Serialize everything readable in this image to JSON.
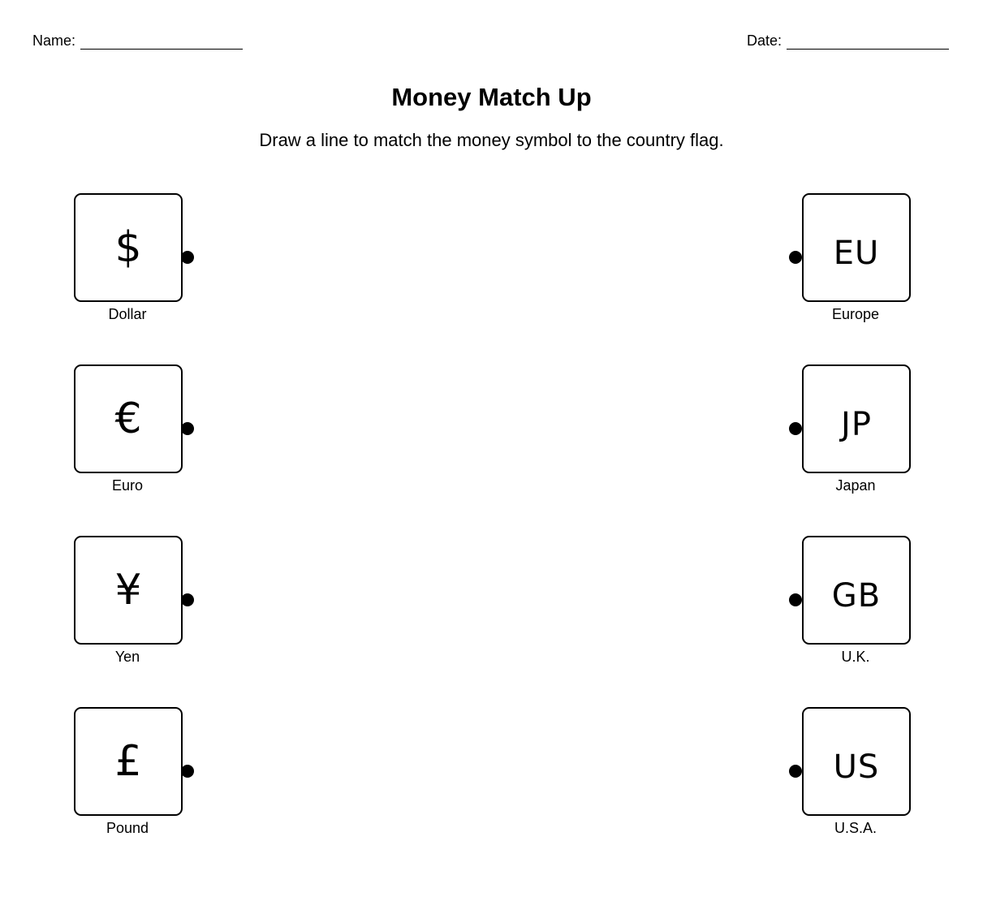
{
  "header": {
    "name_label": "Name:",
    "date_label": "Date:"
  },
  "title": "Money Match Up",
  "instructions": "Draw a line to match the money symbol to the country flag.",
  "symbols": [
    {
      "glyph": "$",
      "label": "Dollar"
    },
    {
      "glyph": "€",
      "label": "Euro"
    },
    {
      "glyph": "¥",
      "label": "Yen"
    },
    {
      "glyph": "£",
      "label": "Pound"
    }
  ],
  "countries": [
    {
      "code": "EU",
      "label": "Europe"
    },
    {
      "code": "JP",
      "label": "Japan"
    },
    {
      "code": "GB",
      "label": "U.K."
    },
    {
      "code": "US",
      "label": "U.S.A."
    }
  ]
}
